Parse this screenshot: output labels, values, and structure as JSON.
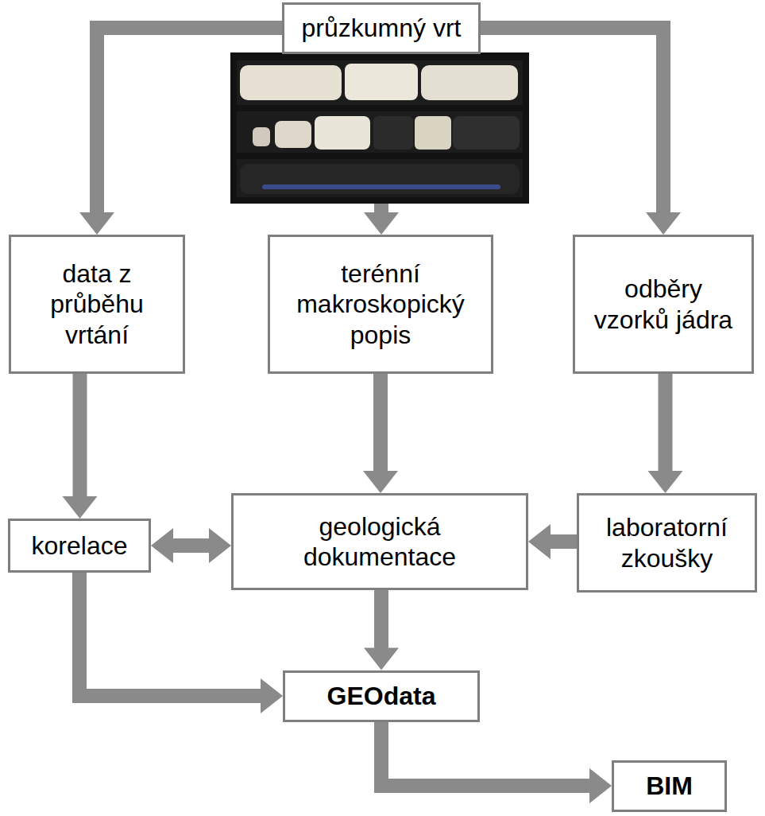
{
  "diagram": {
    "nodes": [
      {
        "text": [
          "průzkumný vrt"
        ]
      },
      {
        "text": [
          "data z průběhu vrtání"
        ]
      },
      {
        "text": [
          "terénní makroskopický popis"
        ]
      },
      {
        "text": [
          "odběry vzorků jádra"
        ]
      },
      {
        "text": [
          "korelace"
        ]
      },
      {
        "text": [
          "geologická dokumentace"
        ]
      },
      {
        "text": [
          "laboratorní zkoušky"
        ]
      },
      {
        "text": [
          "GEOdata"
        ]
      },
      {
        "text": [
          "BIM"
        ]
      }
    ],
    "edges": [
      {
        "from": 0,
        "to": 1,
        "arrow": "to"
      },
      {
        "from": 0,
        "to": 2,
        "arrow": "to"
      },
      {
        "from": 0,
        "to": 3,
        "arrow": "to"
      },
      {
        "from": 1,
        "to": 4,
        "arrow": "to"
      },
      {
        "from": 2,
        "to": 5,
        "arrow": "to"
      },
      {
        "from": 3,
        "to": 6,
        "arrow": "to"
      },
      {
        "from": 4,
        "to": 5,
        "arrow": "both"
      },
      {
        "from": 6,
        "to": 5,
        "arrow": "to"
      },
      {
        "from": 5,
        "to": 7,
        "arrow": "to"
      },
      {
        "from": 4,
        "to": 7,
        "arrow": "to"
      },
      {
        "from": 7,
        "to": 8,
        "arrow": "to"
      }
    ]
  }
}
